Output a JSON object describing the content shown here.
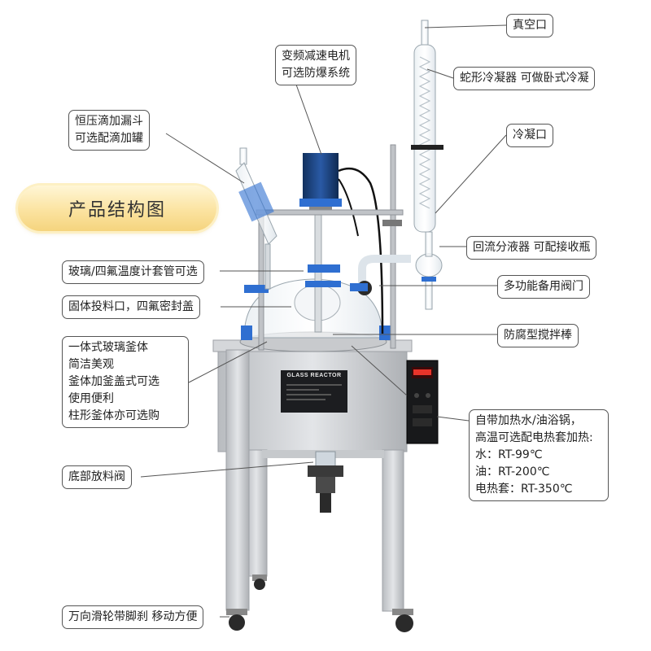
{
  "banner": {
    "title": "产品结构图"
  },
  "callouts": {
    "vacuum_port": [
      "真空口"
    ],
    "motor": [
      "变频减速电机",
      "可选防爆系统"
    ],
    "coil_condenser": [
      "蛇形冷凝器 可做卧式冷凝"
    ],
    "funnel": [
      "恒压滴加漏斗",
      "可选配滴加罐"
    ],
    "condenser_port": [
      "冷凝口"
    ],
    "reflux": [
      "回流分液器 可配接收瓶"
    ],
    "thermo_sleeve": [
      "玻璃/四氟温度计套管可选"
    ],
    "valve": [
      "多功能备用阀门"
    ],
    "feed_port": [
      "固体投料口，四氟密封盖"
    ],
    "stirrer": [
      "防腐型搅拌棒"
    ],
    "vessel": [
      "一体式玻璃釜体",
      "简洁美观",
      "釜体加釜盖式可选",
      "使用便利",
      "柱形釜体亦可选购"
    ],
    "heating": [
      "自带加热水/油浴锅，",
      "高温可选配电热套加热:",
      "水：RT-99℃",
      "油：RT-200℃",
      "电热套：RT-350℃"
    ],
    "drain_valve": [
      "底部放料阀"
    ],
    "casters": [
      "万向滑轮带脚刹 移动方便"
    ]
  },
  "nameplate": {
    "title": "GLASS REACTOR"
  },
  "colors": {
    "accent_blue": "#2f6fd1",
    "frame_gray": "#c9cbce",
    "banner_gold": "#f5d47e"
  }
}
